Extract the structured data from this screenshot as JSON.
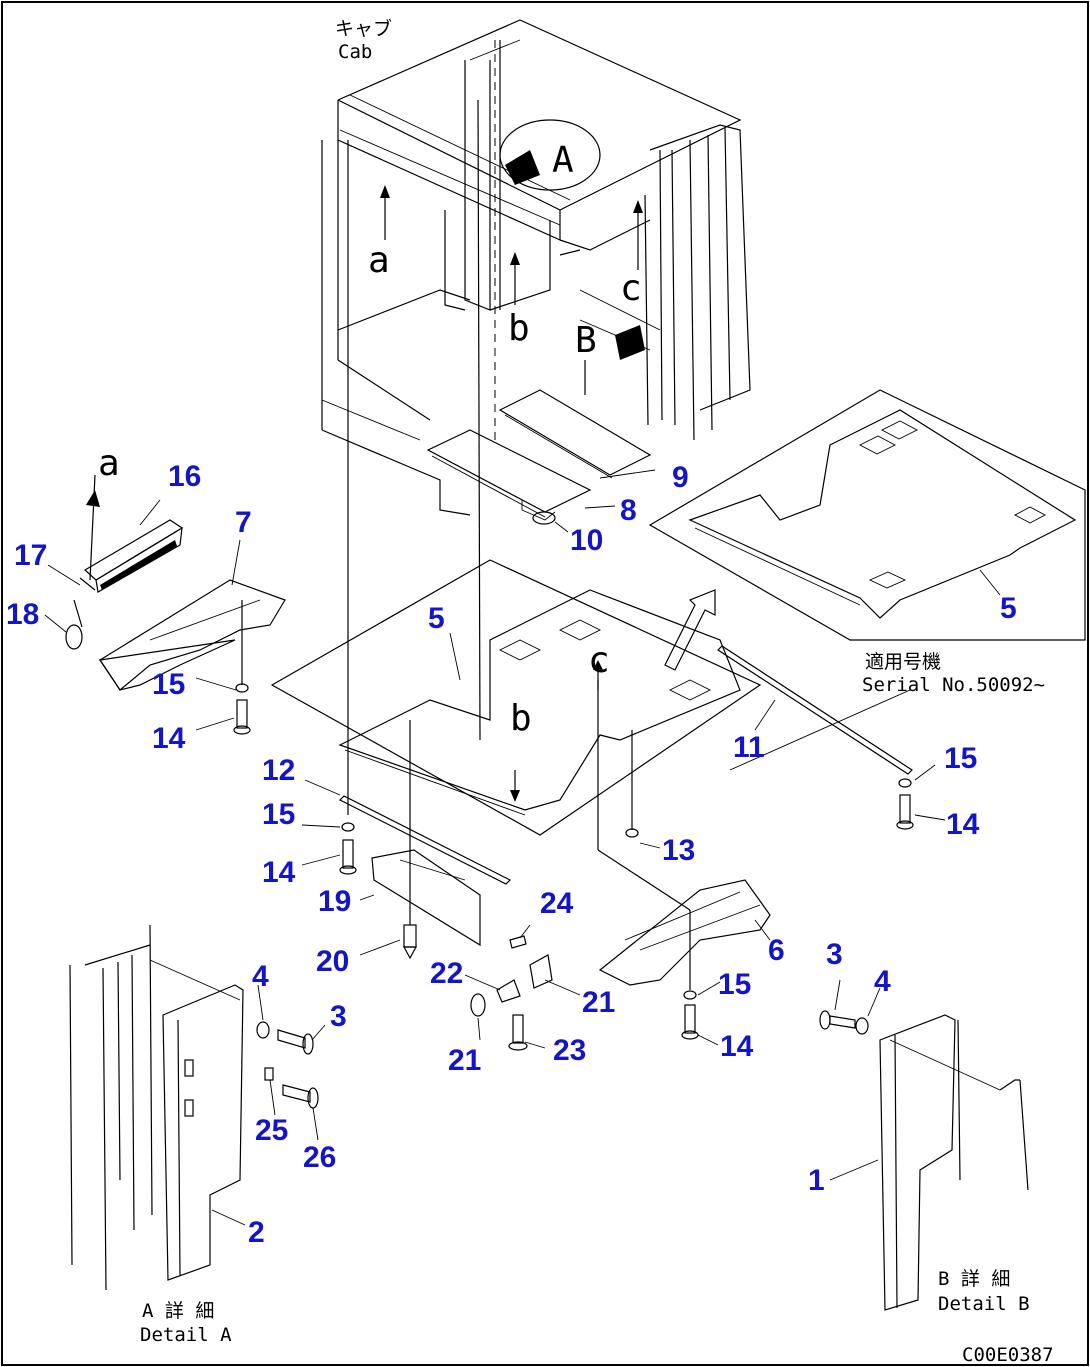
{
  "cab_label_jp": "キャブ",
  "cab_label_en": "Cab",
  "detail_a_jp": "A 詳 細",
  "detail_a_en": "Detail A",
  "detail_b_jp": "B 詳 細",
  "detail_b_en": "Detail B",
  "serial_jp": "適用号機",
  "serial_en": "Serial No.50092~",
  "drawing_code": "C00E0387",
  "view_letters": {
    "A": "A",
    "B": "B",
    "a": "a",
    "b": "b",
    "c": "c"
  },
  "callouts": {
    "p1": "1",
    "p2": "2",
    "p3": "3",
    "p4": "4",
    "p5": "5",
    "p6": "6",
    "p7": "7",
    "p8": "8",
    "p9": "9",
    "p10": "10",
    "p11": "11",
    "p12": "12",
    "p13": "13",
    "p14": "14",
    "p15": "15",
    "p16": "16",
    "p17": "17",
    "p18": "18",
    "p19": "19",
    "p20": "20",
    "p21": "21",
    "p22": "22",
    "p23": "23",
    "p24": "24",
    "p25": "25",
    "p26": "26"
  },
  "callout_color": "#1414c8"
}
